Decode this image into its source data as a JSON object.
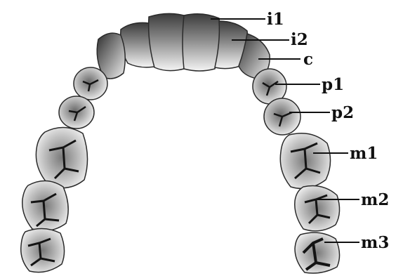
{
  "labels": {
    "i1": "i1",
    "i2": "i2",
    "c": "c",
    "p1": "p1",
    "p2": "p2",
    "m1": "m1",
    "m2": "m2",
    "m3": "m3"
  },
  "colors": {
    "tooth_light": "#f2f2f2",
    "tooth_mid": "#b9b9b9",
    "tooth_dark": "#5a5a5a",
    "outline": "#2a2a2a",
    "fissure": "#141414",
    "leader": "#111111"
  }
}
